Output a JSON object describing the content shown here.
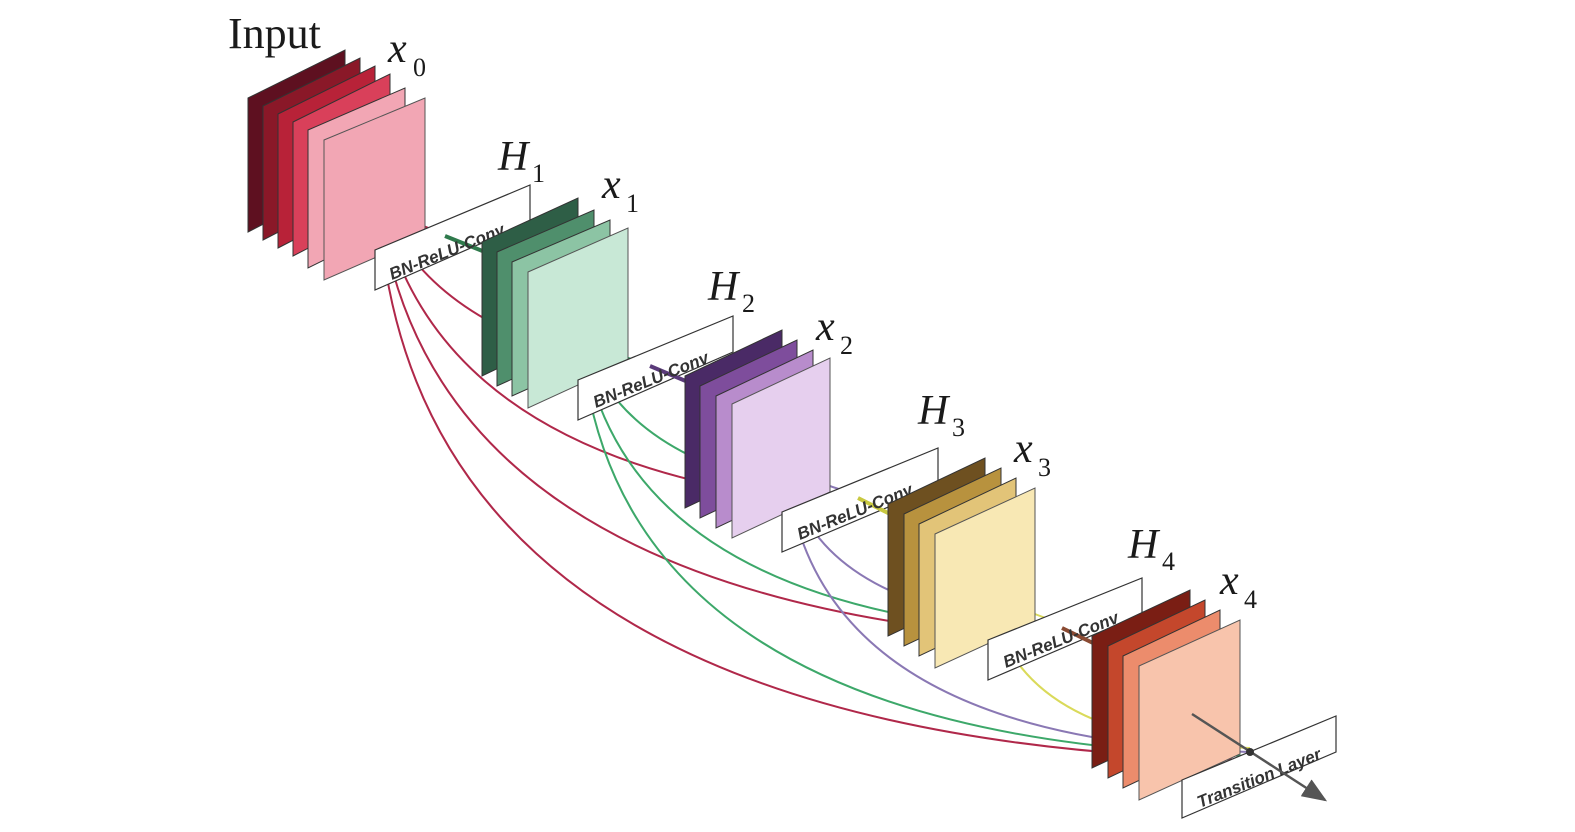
{
  "labels": {
    "input": "Input",
    "x0": "x",
    "x0_sub": "0",
    "h1": "H",
    "h1_sub": "1",
    "x1": "x",
    "x1_sub": "1",
    "h2": "H",
    "h2_sub": "2",
    "x2": "x",
    "x2_sub": "2",
    "h3": "H",
    "h3_sub": "3",
    "x3": "x",
    "x3_sub": "3",
    "h4": "H",
    "h4_sub": "4",
    "x4": "x",
    "x4_sub": "4"
  },
  "layer_boxes": {
    "bn1": "BN-ReLU-Conv",
    "bn2": "BN-ReLU-Conv",
    "bn3": "BN-ReLU-Conv",
    "bn4": "BN-ReLU-Conv",
    "transition": "Transition Layer"
  },
  "colors": {
    "input": [
      "#5e1020",
      "#8a1828",
      "#b82238",
      "#d9405a",
      "#f2a6b4"
    ],
    "block1": [
      "#2e5e46",
      "#4f8f6c",
      "#8cc4a4",
      "#c8e8d6"
    ],
    "block2": [
      "#4a2a66",
      "#7e4d9c",
      "#b88ccc",
      "#e6cfee"
    ],
    "block3": [
      "#6e5020",
      "#b8923e",
      "#e2c478",
      "#f8e8b4"
    ],
    "block4": [
      "#7a1e14",
      "#c4472c",
      "#ec8c6c",
      "#f8c4ac"
    ],
    "link_red": "#b0284a",
    "link_green": "#3da86a",
    "link_purple": "#8a78b4",
    "link_yellow": "#dada5a"
  }
}
